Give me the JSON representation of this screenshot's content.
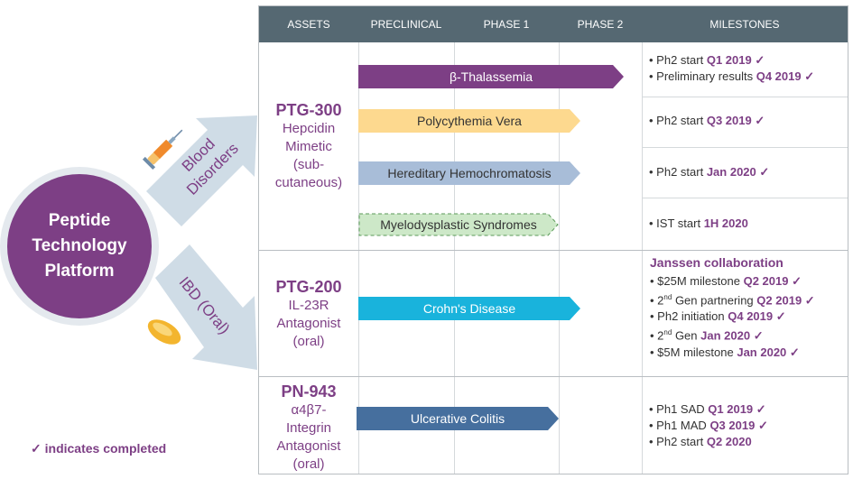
{
  "colors": {
    "purple": "#7d3f85",
    "header": "#556872",
    "arrow": "#cfdce6",
    "yellow": "#fdd98f",
    "slate": "#a8bdd8",
    "green": "#cde8c8",
    "cyan": "#19b3dc",
    "navy": "#466f9e"
  },
  "hub": {
    "line1": "Peptide",
    "line2": "Technology",
    "line3": "Platform"
  },
  "arrows": {
    "blood_line1": "Blood",
    "blood_line2": "Disorders",
    "ibd": "IBD (Oral)",
    "syringe_icon": "syringe-icon",
    "pill_icon": "pill-icon"
  },
  "legend": {
    "check": "✓",
    "text": "indicates completed"
  },
  "header": {
    "assets": "ASSETS",
    "preclinical": "PRECLINICAL",
    "phase1": "PHASE 1",
    "phase2": "PHASE 2",
    "milestones": "MILESTONES"
  },
  "assets": [
    {
      "code": "PTG-300",
      "l1": "Hepcidin",
      "l2": "Mimetic",
      "l3": "(sub-",
      "l4": "cutaneous)"
    },
    {
      "code": "PTG-200",
      "l1": "IL-23R",
      "l2": "Antagonist",
      "l3": "(oral)"
    },
    {
      "code": "PN-943",
      "l1": "α4β7-",
      "l2": "Integrin",
      "l3": "Antagonist",
      "l4": "(oral)"
    }
  ],
  "programs": [
    {
      "label": "β-Thalassemia",
      "color": "#7d3f85",
      "text_color": "#ffffff",
      "stage": "phase2"
    },
    {
      "label": "Polycythemia Vera",
      "color": "#fdd98f",
      "text_color": "#333333",
      "stage": "phase1"
    },
    {
      "label": "Hereditary Hemochromatosis",
      "color": "#a8bdd8",
      "text_color": "#333333",
      "stage": "phase1"
    },
    {
      "label": "Myelodysplastic Syndromes",
      "color": "#cde8c8",
      "text_color": "#333333",
      "stage": "phase1-planned"
    },
    {
      "label": "Crohn's Disease",
      "color": "#19b3dc",
      "text_color": "#ffffff",
      "stage": "phase1"
    },
    {
      "label": "Ulcerative Colitis",
      "color": "#466f9e",
      "text_color": "#ffffff",
      "stage": "phase1"
    }
  ],
  "milestones": {
    "check": "✓",
    "m1a": {
      "t": "Ph2 start",
      "d": "Q1 2019"
    },
    "m1b": {
      "t": "Preliminary results",
      "d": "Q4 2019"
    },
    "m2": {
      "t": "Ph2 start",
      "d": "Q3 2019"
    },
    "m3": {
      "t": "Ph2 start",
      "d": "Jan 2020"
    },
    "m4": {
      "t": "IST start",
      "d": "1H 2020"
    },
    "janssen": {
      "title": "Janssen collaboration",
      "a": {
        "t": "$25M milestone",
        "d": "Q2 2019"
      },
      "b": {
        "pre": "2",
        "sup": "nd",
        "t": "Gen partnering",
        "d": "Q2 2019"
      },
      "c": {
        "t": "Ph2 initiation",
        "d": "Q4 2019"
      },
      "d": {
        "pre": "2",
        "sup": "nd",
        "t": "Gen",
        "d": "Jan 2020"
      },
      "e": {
        "t": "$5M milestone",
        "d": "Jan 2020"
      }
    },
    "pn": {
      "a": {
        "t": "Ph1 SAD",
        "d": "Q1 2019"
      },
      "b": {
        "t": "Ph1 MAD",
        "d": "Q3 2019"
      },
      "c": {
        "t": "Ph2 start",
        "d": "Q2 2020"
      }
    }
  }
}
